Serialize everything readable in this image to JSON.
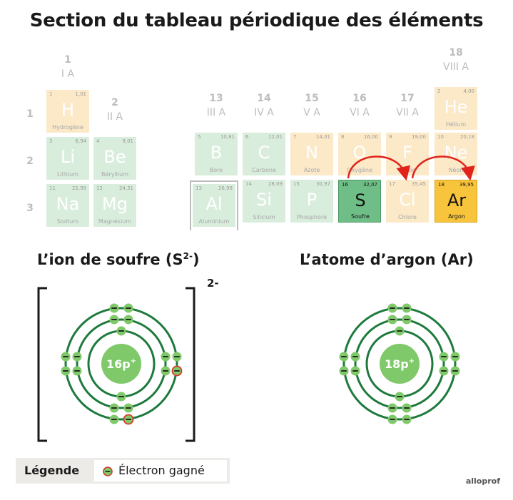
{
  "title": "Section du tableau périodique des éléments",
  "groups": [
    {
      "num": "1",
      "rom": "I A"
    },
    {
      "num": "2",
      "rom": "II A"
    },
    {
      "num": "13",
      "rom": "III A"
    },
    {
      "num": "14",
      "rom": "IV A"
    },
    {
      "num": "15",
      "rom": "V A"
    },
    {
      "num": "16",
      "rom": "VI A"
    },
    {
      "num": "17",
      "rom": "VII A"
    },
    {
      "num": "18",
      "rom": "VIII A"
    }
  ],
  "periods": [
    "1",
    "2",
    "3"
  ],
  "elements": [
    {
      "z": "1",
      "mass": "1,01",
      "sym": "H",
      "name": "Hydrogène"
    },
    {
      "z": "2",
      "mass": "4,00",
      "sym": "He",
      "name": "Hélium"
    },
    {
      "z": "3",
      "mass": "6,94",
      "sym": "Li",
      "name": "Lithium"
    },
    {
      "z": "4",
      "mass": "9,01",
      "sym": "Be",
      "name": "Béryllium"
    },
    {
      "z": "5",
      "mass": "10,81",
      "sym": "B",
      "name": "Bore"
    },
    {
      "z": "6",
      "mass": "12,01",
      "sym": "C",
      "name": "Carbone"
    },
    {
      "z": "7",
      "mass": "14,01",
      "sym": "N",
      "name": "Azote"
    },
    {
      "z": "8",
      "mass": "16,00",
      "sym": "O",
      "name": "Oxygène"
    },
    {
      "z": "9",
      "mass": "19,00",
      "sym": "F",
      "name": "Fluor"
    },
    {
      "z": "10",
      "mass": "20,18",
      "sym": "Ne",
      "name": "Néon"
    },
    {
      "z": "11",
      "mass": "22,99",
      "sym": "Na",
      "name": "Sodium"
    },
    {
      "z": "12",
      "mass": "24,31",
      "sym": "Mg",
      "name": "Magnésium"
    },
    {
      "z": "13",
      "mass": "26,98",
      "sym": "Al",
      "name": "Aluminium"
    },
    {
      "z": "14",
      "mass": "28,09",
      "sym": "Si",
      "name": "Silicium"
    },
    {
      "z": "15",
      "mass": "30,97",
      "sym": "P",
      "name": "Phosphore"
    },
    {
      "z": "16",
      "mass": "32,07",
      "sym": "S",
      "name": "Soufre"
    },
    {
      "z": "17",
      "mass": "35,45",
      "sym": "Cl",
      "name": "Chlore"
    },
    {
      "z": "18",
      "mass": "39,95",
      "sym": "Ar",
      "name": "Argon"
    }
  ],
  "sulfur_ion": {
    "title_main": "L’ion de soufre (S",
    "title_sup": "2-",
    "title_end": ")",
    "nucleus": "16p",
    "nucleus_sup": "+",
    "charge": "2-"
  },
  "argon_atom": {
    "title": "L’atome d’argon (Ar)",
    "nucleus": "18p",
    "nucleus_sup": "+"
  },
  "legend": {
    "label": "Légende",
    "item": "Électron gagné"
  },
  "logo": "alloprof",
  "colors": {
    "shell": "#1e7a3c",
    "electron": "#7fc96a",
    "gained_border": "#d63a2a",
    "nucleus": "#7fc96a",
    "arrow": "#e0241b"
  }
}
